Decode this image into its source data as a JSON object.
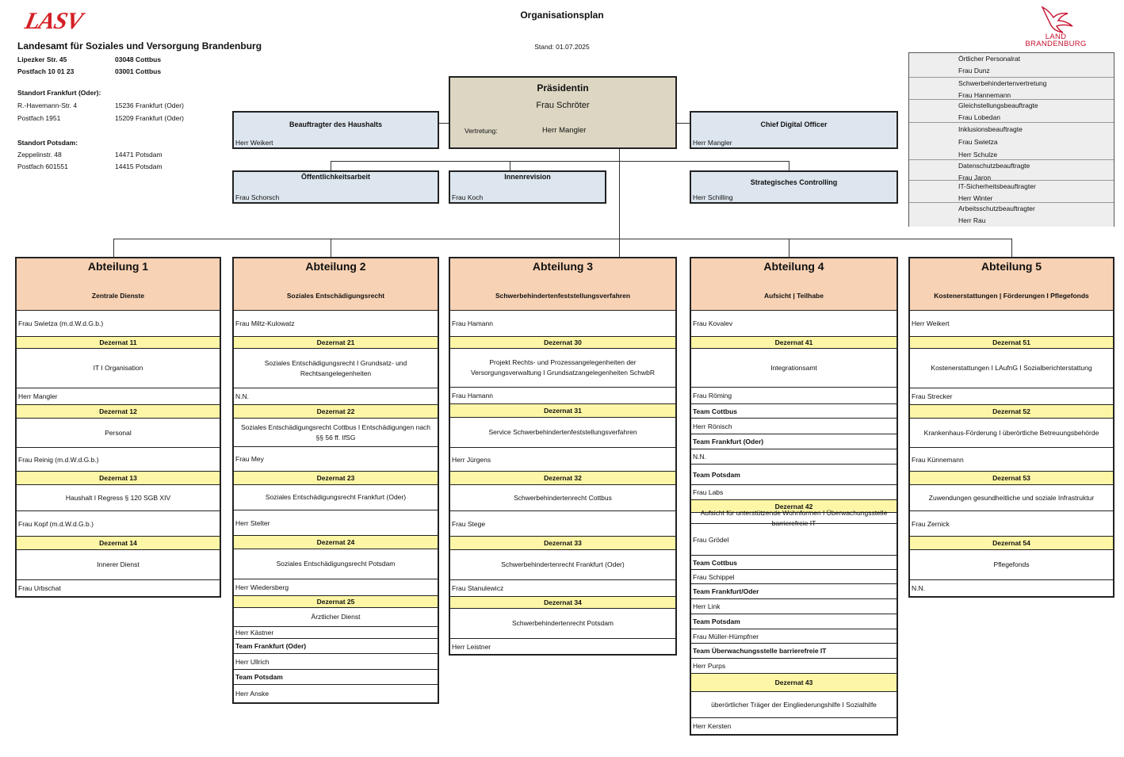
{
  "header": {
    "logo_left": "LASV",
    "title": "Organisationsplan",
    "stand": "Stand: 01.07.2025",
    "logo_right_line1": "LAND",
    "logo_right_line2": "BRANDENBURG"
  },
  "org_name": "Landesamt für Soziales und Versorgung Brandenburg",
  "address": {
    "street": "Lipezker Str. 45",
    "street_plz": "03048 Cottbus",
    "po": "Postfach 10 01 23",
    "po_plz": "03001 Cottbus",
    "ffo_title": "Standort Frankfurt (Oder):",
    "ffo_street": "R.-Havemann-Str. 4",
    "ffo_street_plz": "15236 Frankfurt (Oder)",
    "ffo_po": "Postfach 1951",
    "ffo_po_plz": "15209 Frankfurt (Oder)",
    "pdm_title": "Standort Potsdam:",
    "pdm_street": "Zeppelinstr. 48",
    "pdm_street_plz": "14471 Potsdam",
    "pdm_po": "Postfach 601551",
    "pdm_po_plz": "14415 Potsdam"
  },
  "president": {
    "title": "Präsidentin",
    "name": "Frau Schröter",
    "vertretung_label": "Vertretung:",
    "vertretung_name": "Herr Mangler"
  },
  "staff": {
    "haushalt_title": "Beauftragter des Haushalts",
    "haushalt_name": "Herr Weikert",
    "cdo_title": "Chief Digital Officer",
    "cdo_name": "Herr Mangler",
    "pr_title": "Öffentlichkeitsarbeit",
    "pr_name": "Frau Schorsch",
    "rev_title": "Innenrevision",
    "rev_name": "Frau Koch",
    "ctrl_title": "Strategisches Controlling",
    "ctrl_name": "Herr Schilling"
  },
  "side_panel": [
    [
      "Örtlicher Personalrat",
      "Frau Dunz"
    ],
    [
      "Schwerbehindertenvertretung",
      "Frau Hannemann"
    ],
    [
      "Gleichstellungsbeauftragte",
      "Frau Lobedan"
    ],
    [
      "Inklusionsbeauftragte",
      "Frau Swietza",
      "Herr Schulze"
    ],
    [
      "Datenschutzbeauftragte",
      "Frau Jaron"
    ],
    [
      "IT-Sicherheitsbeauftragter",
      "Herr Winter"
    ],
    [
      "Arbeitsschutzbeauftragter",
      "Herr Rau"
    ]
  ],
  "departments": [
    {
      "title": "Abteilung 1",
      "subtitle": "Zentrale Dienste",
      "rows": [
        {
          "t": "name",
          "v": "Frau Swietza (m.d.W.d.G.b.)"
        },
        {
          "t": "dz",
          "v": "Dezernat 11"
        },
        {
          "t": "desc",
          "v": "IT I Organisation"
        },
        {
          "t": "name",
          "v": "Herr Mangler"
        },
        {
          "t": "dz",
          "v": "Dezernat 12"
        },
        {
          "t": "desc",
          "v": "Personal"
        },
        {
          "t": "name",
          "v": "Frau Reinig (m.d.W.d.G.b.)"
        },
        {
          "t": "dz",
          "v": "Dezernat 13"
        },
        {
          "t": "desc",
          "v": "Haushalt I Regress § 120 SGB XIV"
        },
        {
          "t": "name",
          "v": "Frau Kopf (m.d.W.d.G.b.)"
        },
        {
          "t": "dz",
          "v": "Dezernat 14"
        },
        {
          "t": "desc",
          "v": "Innerer Dienst"
        },
        {
          "t": "name",
          "v": "Frau Urbschat"
        }
      ]
    },
    {
      "title": "Abteilung 2",
      "subtitle": "Soziales Entschädigungsrecht",
      "rows": [
        {
          "t": "name",
          "v": "Frau Miltz-Kulowatz"
        },
        {
          "t": "dz",
          "v": "Dezernat 21"
        },
        {
          "t": "desc",
          "v": "Soziales Entschädigungsrecht I  Grundsatz- und Rechtsangelegenheiten"
        },
        {
          "t": "name",
          "v": "N.N."
        },
        {
          "t": "dz",
          "v": "Dezernat 22"
        },
        {
          "t": "desc",
          "v": "Soziales Entschädigungsrecht Cottbus I Entschädigungen nach §§ 56 ff. IfSG"
        },
        {
          "t": "name",
          "v": "Frau Mey"
        },
        {
          "t": "dz",
          "v": "Dezernat 23"
        },
        {
          "t": "desc",
          "v": "Soziales Entschädigungsrecht Frankfurt (Oder)"
        },
        {
          "t": "name",
          "v": "Herr Stelter"
        },
        {
          "t": "dz",
          "v": "Dezernat 24"
        },
        {
          "t": "desc",
          "v": "Soziales Entschädigungsrecht Potsdam"
        },
        {
          "t": "name",
          "v": "Herr Wiedersberg"
        },
        {
          "t": "dz",
          "v": "Dezernat 25"
        },
        {
          "t": "desc",
          "v": "Ärztlicher Dienst"
        },
        {
          "t": "name",
          "v": "Herr Kästner"
        },
        {
          "t": "bold",
          "v": "Team Frankfurt (Oder)"
        },
        {
          "t": "name",
          "v": "Herr Ullrich"
        },
        {
          "t": "bold",
          "v": "Team Potsdam"
        },
        {
          "t": "name",
          "v": "Herr Anske"
        }
      ]
    },
    {
      "title": "Abteilung 3",
      "subtitle": "Schwerbehindertenfeststellungsverfahren",
      "rows": [
        {
          "t": "name",
          "v": "Frau Hamann"
        },
        {
          "t": "dz",
          "v": "Dezernat 30"
        },
        {
          "t": "desc",
          "v": "Projekt Rechts- und Prozessangelegenheiten der Versorgungsverwaltung I Grundsatzangelegenheiten SchwbR"
        },
        {
          "t": "name",
          "v": "Frau Hamann"
        },
        {
          "t": "dz",
          "v": "Dezernat 31"
        },
        {
          "t": "desc",
          "v": "Service Schwerbehindertenfeststellungsverfahren"
        },
        {
          "t": "name",
          "v": "Herr Jürgens"
        },
        {
          "t": "dz",
          "v": "Dezernat 32"
        },
        {
          "t": "desc",
          "v": "Schwerbehindertenrecht Cottbus"
        },
        {
          "t": "name",
          "v": "Frau Stege"
        },
        {
          "t": "dz",
          "v": "Dezernat 33"
        },
        {
          "t": "desc",
          "v": "Schwerbehindertenrecht Frankfurt (Oder)"
        },
        {
          "t": "name",
          "v": "Frau Stanulewicz"
        },
        {
          "t": "dz",
          "v": "Dezernat 34"
        },
        {
          "t": "desc",
          "v": "Schwerbehindertenrecht Potsdam"
        },
        {
          "t": "name",
          "v": "Herr Leistner"
        }
      ]
    },
    {
      "title": "Abteilung 4",
      "subtitle": "Aufsicht | Teilhabe",
      "rows": [
        {
          "t": "name",
          "v": "Frau Kovalev"
        },
        {
          "t": "dz",
          "v": "Dezernat 41"
        },
        {
          "t": "desc",
          "v": "Integrationsamt"
        },
        {
          "t": "name",
          "v": "Frau Röming"
        },
        {
          "t": "bold",
          "v": "Team Cottbus"
        },
        {
          "t": "name",
          "v": "Herr Rönisch"
        },
        {
          "t": "bold",
          "v": "Team Frankfurt (Oder)"
        },
        {
          "t": "name",
          "v": "N.N."
        },
        {
          "t": "bold",
          "v": "Team Potsdam"
        },
        {
          "t": "name",
          "v": "Frau Labs"
        },
        {
          "t": "dz",
          "v": "Dezernat 42"
        },
        {
          "t": "desc",
          "v": "Aufsicht für unterstützende Wohnformen I Überwachungsstelle barrierefreie IT"
        },
        {
          "t": "name",
          "v": "Frau Grödel"
        },
        {
          "t": "bold",
          "v": "Team Cottbus"
        },
        {
          "t": "name",
          "v": "Frau Schippel"
        },
        {
          "t": "bold",
          "v": "Team Frankfurt/Oder"
        },
        {
          "t": "name",
          "v": "Herr  Link"
        },
        {
          "t": "bold",
          "v": "Team Potsdam"
        },
        {
          "t": "name",
          "v": "Frau Müller-Hümpfner"
        },
        {
          "t": "bold",
          "v": "Team Überwachungsstelle barrierefreie IT"
        },
        {
          "t": "name",
          "v": "Herr Purps"
        },
        {
          "t": "dz",
          "v": "Dezernat 43"
        },
        {
          "t": "desc",
          "v": "überörtlicher Träger der Eingliederungshilfe I Sozialhilfe"
        },
        {
          "t": "name",
          "v": "Herr Kersten"
        }
      ]
    },
    {
      "title": "Abteilung 5",
      "subtitle": "Kostenerstattungen | Förderungen I Pflegefonds",
      "rows": [
        {
          "t": "name",
          "v": "Herr Weikert"
        },
        {
          "t": "dz",
          "v": "Dezernat 51"
        },
        {
          "t": "desc",
          "v": "Kostenerstattungen I LAufnG I Sozialberichterstattung"
        },
        {
          "t": "name",
          "v": "Frau Strecker"
        },
        {
          "t": "dz",
          "v": "Dezernat 52"
        },
        {
          "t": "desc",
          "v": "Krankenhaus-Förderung I überörtliche Betreuungsbehörde"
        },
        {
          "t": "name",
          "v": "Frau Künnemann"
        },
        {
          "t": "dz",
          "v": "Dezernat 53"
        },
        {
          "t": "desc",
          "v": "Zuwendungen gesundheitliche und soziale Infrastruktur"
        },
        {
          "t": "name",
          "v": "Frau Zernick"
        },
        {
          "t": "dz",
          "v": "Dezernat 54"
        },
        {
          "t": "desc",
          "v": "Pflegefonds"
        },
        {
          "t": "name",
          "v": "N.N."
        }
      ]
    }
  ]
}
